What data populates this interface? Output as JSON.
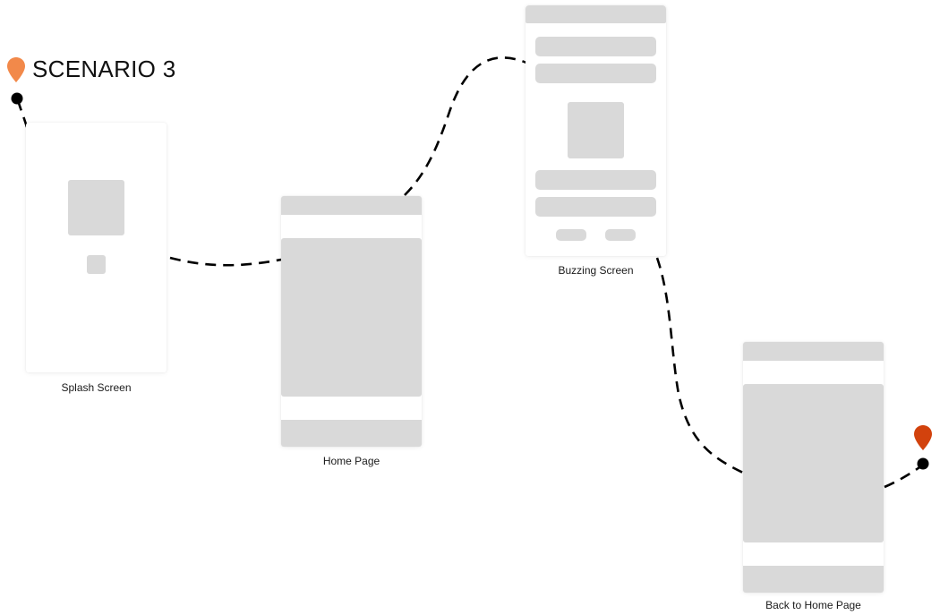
{
  "diagram": {
    "title": "SCENARIO 3",
    "start_marker_icon": "map-pin-icon",
    "end_marker_icon": "map-pin-icon",
    "colors": {
      "start_pin": "#F2894A",
      "end_pin": "#D2420D",
      "placeholder": "#D9D9D9",
      "connector": "#000000"
    },
    "screens": [
      {
        "id": "splash",
        "label": "Splash Screen"
      },
      {
        "id": "home",
        "label": "Home Page"
      },
      {
        "id": "buzzing",
        "label": "Buzzing Screen"
      },
      {
        "id": "back_home",
        "label": "Back to Home Page"
      }
    ]
  }
}
